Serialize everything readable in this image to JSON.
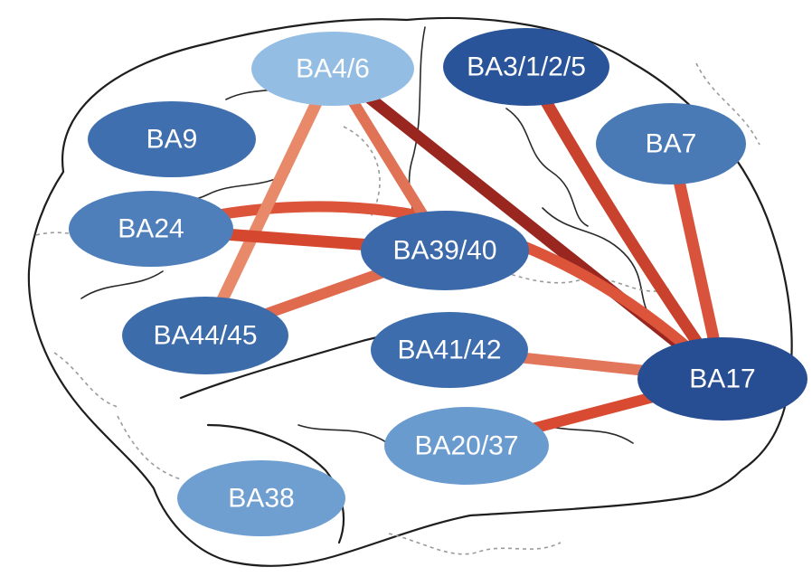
{
  "regions": [
    {
      "id": "ba4_6",
      "label": "BA4/6",
      "color": "#94bde3"
    },
    {
      "id": "ba3_1_2_5",
      "label": "BA3/1/2/5",
      "color": "#2a5499"
    },
    {
      "id": "ba9",
      "label": "BA9",
      "color": "#3f6fae"
    },
    {
      "id": "ba7",
      "label": "BA7",
      "color": "#4a7ab6"
    },
    {
      "id": "ba24",
      "label": "BA24",
      "color": "#4f7fbb"
    },
    {
      "id": "ba39_40",
      "label": "BA39/40",
      "color": "#3b69aa"
    },
    {
      "id": "ba44_45",
      "label": "BA44/45",
      "color": "#3d6cab"
    },
    {
      "id": "ba41_42",
      "label": "BA41/42",
      "color": "#3e6dad"
    },
    {
      "id": "ba17",
      "label": "BA17",
      "color": "#274d92"
    },
    {
      "id": "ba20_37",
      "label": "BA20/37",
      "color": "#6a9bcf"
    },
    {
      "id": "ba38",
      "label": "BA38",
      "color": "#6f9fd0"
    }
  ],
  "connections": [
    {
      "from": "ba4_6",
      "to": "ba17",
      "color": "#9a2620"
    },
    {
      "from": "ba3_1_2_5",
      "to": "ba17",
      "color": "#c9422e"
    },
    {
      "from": "ba7",
      "to": "ba17",
      "color": "#d9523b"
    },
    {
      "from": "ba24",
      "to": "ba17",
      "color": "#dc5439"
    },
    {
      "from": "ba4_6",
      "to": "ba44_45",
      "color": "#e88a6a"
    },
    {
      "from": "ba4_6",
      "to": "ba39_40",
      "color": "#e07355"
    },
    {
      "from": "ba24",
      "to": "ba39_40",
      "color": "#d6472f"
    },
    {
      "from": "ba39_40",
      "to": "ba44_45",
      "color": "#df6a4d"
    },
    {
      "from": "ba41_42",
      "to": "ba17",
      "color": "#e2765a"
    },
    {
      "from": "ba20_37",
      "to": "ba17",
      "color": "#d84a31"
    }
  ]
}
